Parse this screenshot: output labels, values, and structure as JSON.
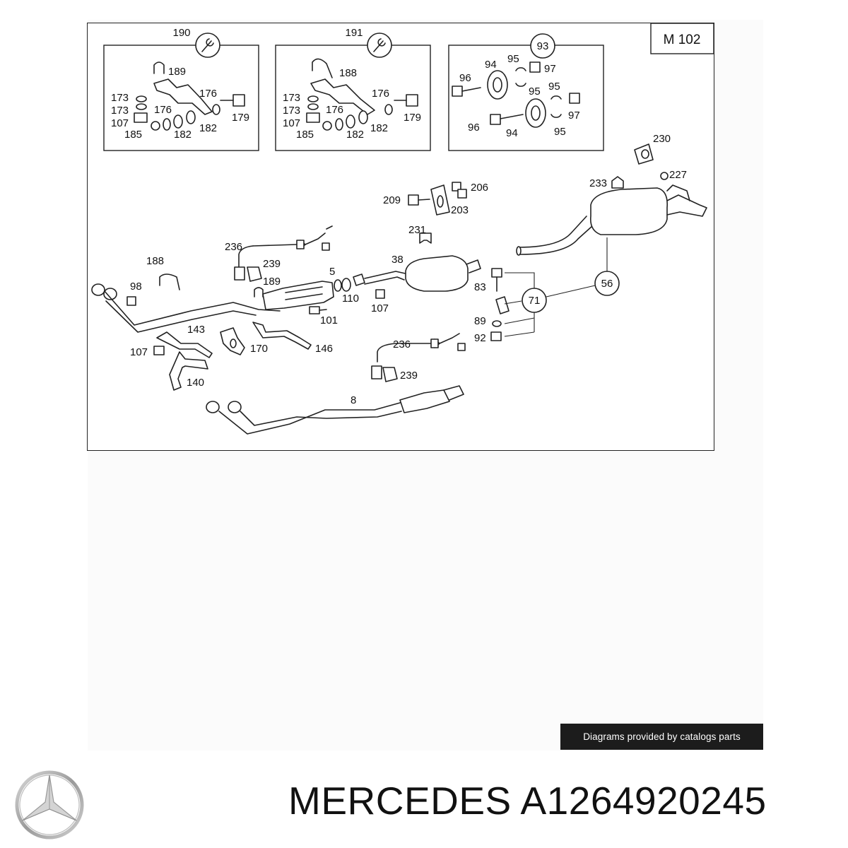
{
  "diagram": {
    "model_badge": "M 102",
    "kits": [
      {
        "number": "190",
        "parts": [
          "189",
          "173",
          "173",
          "176",
          "176",
          "107",
          "185",
          "182",
          "182",
          "179"
        ]
      },
      {
        "number": "191",
        "parts": [
          "188",
          "173",
          "173",
          "176",
          "176",
          "107",
          "185",
          "182",
          "182",
          "179"
        ]
      },
      {
        "number": "93",
        "parts": [
          "96",
          "94",
          "95",
          "97",
          "95",
          "95",
          "96",
          "94",
          "97",
          "95"
        ]
      }
    ],
    "labels": [
      "230",
      "227",
      "233",
      "206",
      "209",
      "203",
      "231",
      "236",
      "239",
      "189",
      "188",
      "98",
      "5",
      "110",
      "107",
      "38",
      "101",
      "83",
      "89",
      "92",
      "71",
      "56",
      "143",
      "107",
      "170",
      "146",
      "140",
      "236",
      "239",
      "8"
    ]
  },
  "credit": "Diagrams provided by catalogs parts",
  "brand": "MERCEDES",
  "part_number": "A1264920245"
}
